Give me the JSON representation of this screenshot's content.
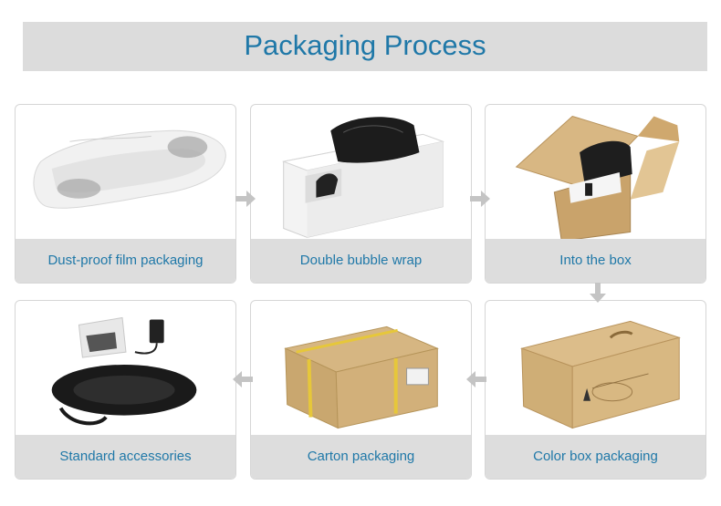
{
  "title": "Packaging Process",
  "steps": [
    {
      "caption": "Dust-proof film packaging"
    },
    {
      "caption": "Double bubble wrap"
    },
    {
      "caption": "Into the box"
    },
    {
      "caption": "Color box packaging"
    },
    {
      "caption": "Carton packaging"
    },
    {
      "caption": "Standard accessories"
    }
  ],
  "colors": {
    "accent": "#1f78a8",
    "band": "#dcdcdc",
    "caption_bg": "#dddddd",
    "arrow": "#c4c4c4"
  }
}
